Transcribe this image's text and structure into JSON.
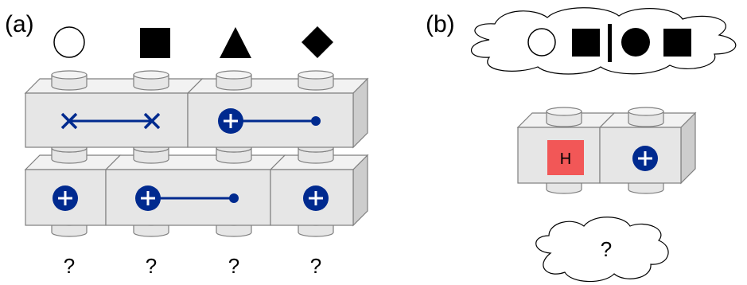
{
  "panel_a": {
    "label": "(a)",
    "inputs": [
      {
        "shape": "circle-outline-icon"
      },
      {
        "shape": "filled-square-icon"
      },
      {
        "shape": "filled-triangle-icon"
      },
      {
        "shape": "filled-diamond-icon"
      }
    ],
    "top_row_gates": [
      "x-x-swap-gate",
      "plus-dot-controlled-gate"
    ],
    "bottom_row_gates": [
      "plus-gate",
      "plus-dot-controlled-gate",
      "plus-gate"
    ],
    "outputs": [
      "?",
      "?",
      "?",
      "?"
    ]
  },
  "panel_b": {
    "label": "(b)",
    "input_cloud": {
      "left_states": [
        "circle-outline-icon",
        "filled-square-icon"
      ],
      "right_states": [
        "filled-circle-icon",
        "filled-square-icon"
      ]
    },
    "gates": [
      {
        "type": "hadamard",
        "text": "H",
        "color": "#f25757"
      },
      {
        "type": "plus-gate"
      }
    ],
    "output_cloud": {
      "text": "?"
    }
  },
  "colors": {
    "block_face": "#e6e6e6",
    "block_top": "#f2f2f2",
    "block_side": "#cdcdcd",
    "outline": "#7f7f7f",
    "gate_blue": "#002a8f",
    "hadamard_red": "#f25757"
  }
}
